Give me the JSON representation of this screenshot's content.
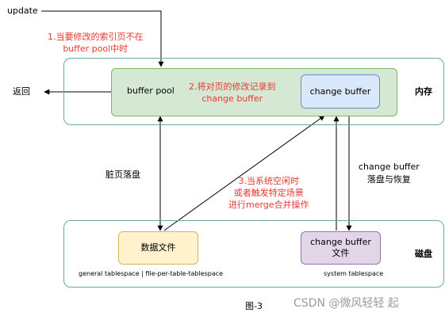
{
  "labels": {
    "update": "update",
    "return": "返回",
    "memory": "内存",
    "disk": "磁盘",
    "dirty_flush": "脏页落盘",
    "cb_flush_line1": "change buffer",
    "cb_flush_line2": "落盘与恢复",
    "caption": "图-3",
    "watermark": "CSDN @微风轻轻 起"
  },
  "steps": {
    "step1_line1": "1.当要修改的索引页不在",
    "step1_line2": "buffer pool中时",
    "step2_line1": "2.将对页的修改记录到",
    "step2_line2": "change buffer",
    "step3_line1": "3.当系统空闲时",
    "step3_line2": "或者触发特定场景",
    "step3_line3": "进行merge合并操作"
  },
  "nodes": {
    "buffer_pool": "buffer pool",
    "change_buffer": "change buffer",
    "data_file": "数据文件",
    "cb_file_line1": "change buffer",
    "cb_file_line2": "文件"
  },
  "tablespaces": {
    "general": "general tablespace | file-per-table-tablespace",
    "system": "system tablespace"
  },
  "colors": {
    "memory_border": "#6aaa96",
    "memory_fill": "#ffffff",
    "buffer_pool_fill": "#d5e8d4",
    "buffer_pool_border": "#82b366",
    "change_buffer_fill": "#dae8fc",
    "change_buffer_border": "#6c8ebf",
    "data_file_fill": "#fff2cc",
    "data_file_border": "#d6b656",
    "cb_file_fill": "#e1d5e7",
    "cb_file_border": "#9673a6",
    "step_text": "#e8382f"
  }
}
